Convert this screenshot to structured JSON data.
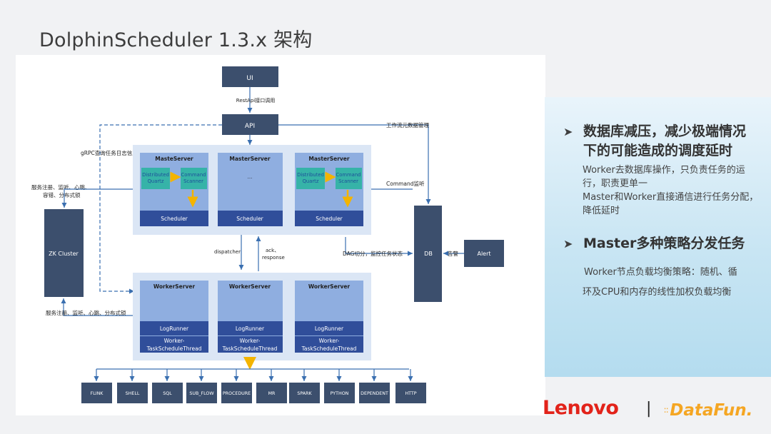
{
  "title": "DolphinScheduler 1.3.x 架构",
  "diagram": {
    "ui": "UI",
    "api": "API",
    "rest_label": "RestApi接口调用",
    "grpc_label": "gRPC查询任务日志信息",
    "workflow_label": "工作流元数据管理",
    "command_label": "Command监听",
    "zk_reg_top_1": "服务注册、监听、心跳、",
    "zk_reg_top_2": "容错、分布式锁",
    "zk_reg_bottom": "服务注册、监听、心跳、分布式锁",
    "zk_cluster": "ZK Cluster",
    "masters": [
      {
        "title": "MasteServer",
        "dq1": "Distributed",
        "dq2": "Quartz",
        "cs1": "Command",
        "cs2": "Scanner",
        "scheduler": "Scheduler"
      },
      {
        "title": "MasterServer",
        "ellipsis": "...",
        "scheduler": "Scheduler"
      },
      {
        "title": "MasterServer",
        "dq1": "Distributed",
        "dq2": "Quartz",
        "cs1": "Command",
        "cs2": "Scanner",
        "scheduler": "Scheduler"
      }
    ],
    "dispatcher": "dispatcher",
    "ack_1": "ack、",
    "ack_2": "response",
    "dag_label": "DAG切分，监控任务状态",
    "db": "DB",
    "alarm": "告警",
    "alert": "Alert",
    "workers": [
      {
        "title": "WorkerServer",
        "logrunner": "LogRunner",
        "ts1": "Worker-",
        "ts2": "TaskScheduleThread"
      },
      {
        "title": "WorkerServer",
        "logrunner": "LogRunner",
        "ts1": "Worker-",
        "ts2": "TaskScheduleThread"
      },
      {
        "title": "WorkerServer",
        "logrunner": "LogRunner",
        "ts1": "Worker-",
        "ts2": "TaskScheduleThread"
      }
    ],
    "tasks": [
      "FLINK",
      "SHELL",
      "SQL",
      "SUB_FLOW",
      "PROCEDURE",
      "MR",
      "SPARK",
      "PYTHON",
      "DEPENDENT",
      "HTTP"
    ]
  },
  "points": [
    {
      "head_1": "数据库减压，减少极端情况",
      "head_2": "下的可能造成的调度延时",
      "body": [
        "Worker去数据库操作，只负责任务的运",
        "行，职责更单一",
        "Master和Worker直接通信进行任务分配，",
        "降低延时"
      ]
    },
    {
      "head_1": "Master多种策略分发任务",
      "body": [
        "Worker节点负载均衡策略：随机、循",
        "环及CPU和内存的线性加权负载均衡"
      ]
    }
  ],
  "footer": {
    "lenovo": "Lenovo",
    "separator": "|",
    "datafun": "DataFun."
  },
  "colors": {
    "dark_box": "#3c4f6d",
    "panel_blue": "#dbe6f5",
    "inner_blue": "#8faee0",
    "scheduler_blue": "#304e9a",
    "teal": "#36b3a8",
    "arrow_yellow": "#f4b400",
    "lenovo_red": "#e2231a",
    "datafun_orange": "#f5a623"
  },
  "icons": {
    "bullet": "arrow-bullet-icon"
  }
}
